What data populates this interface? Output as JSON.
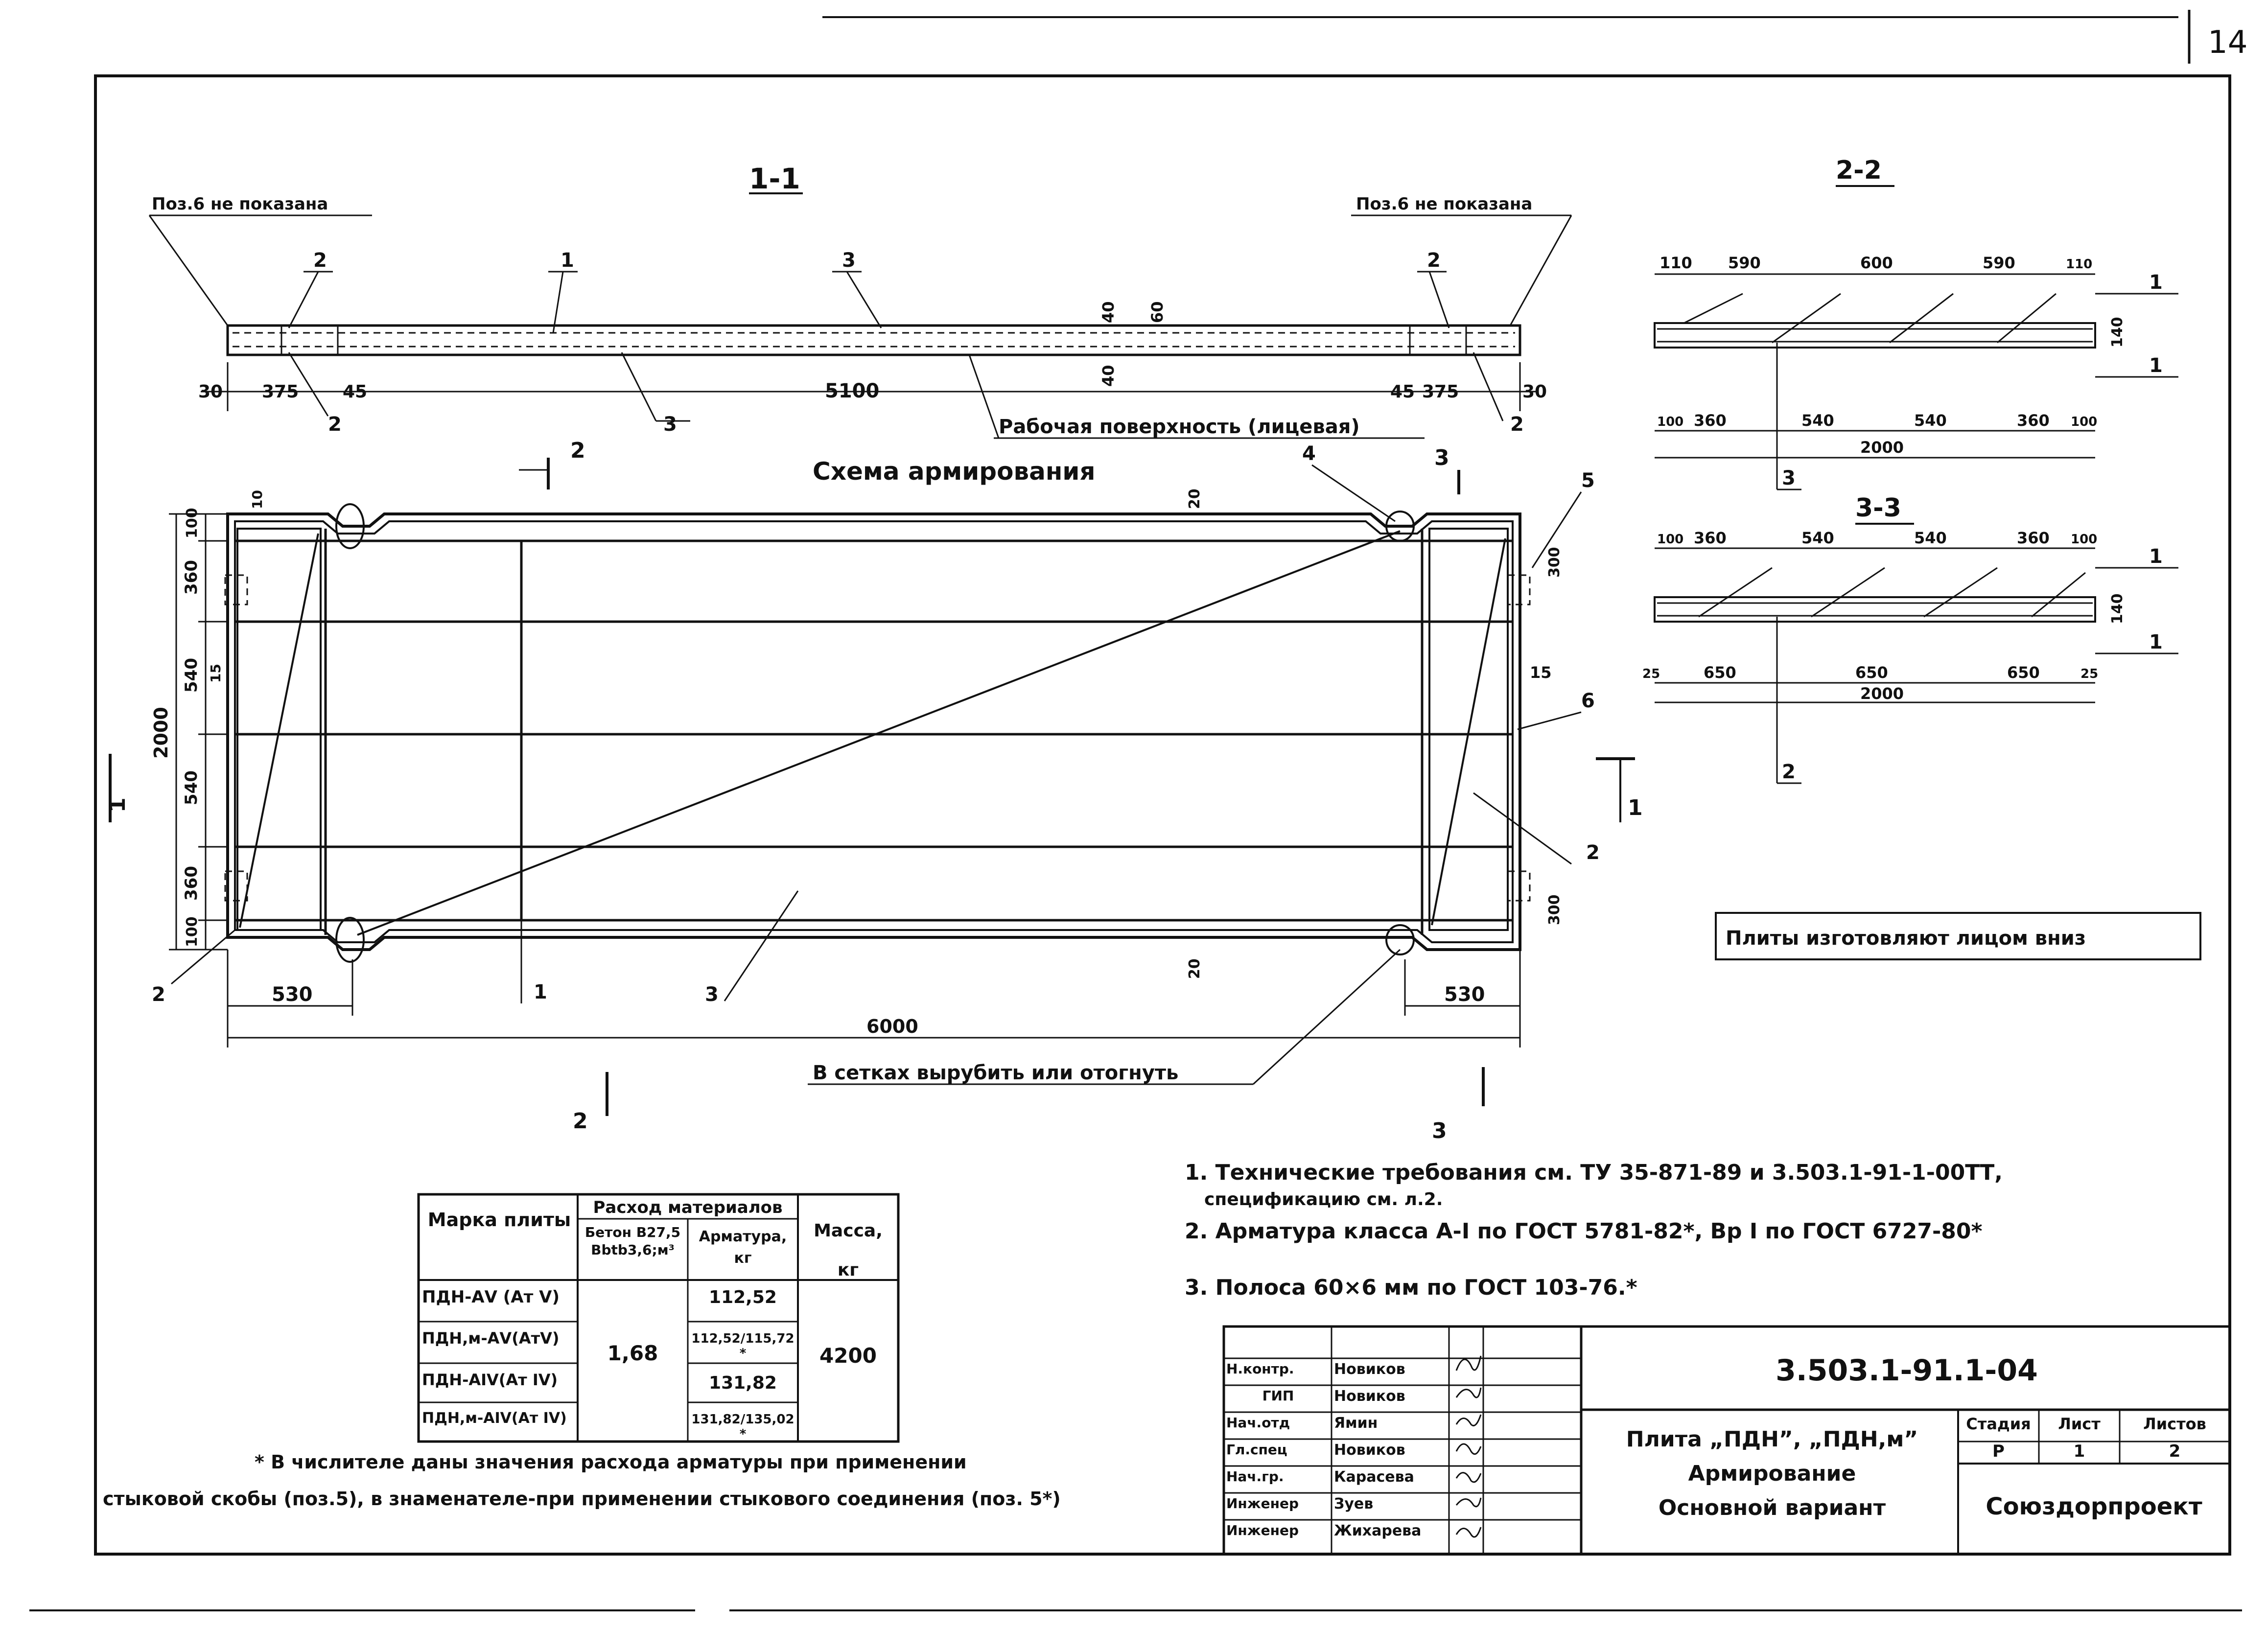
{
  "page_number": "14",
  "sections": {
    "s11": "1-1",
    "s22": "2-2",
    "s33": "3-3",
    "scheme_title": "Схема армирования"
  },
  "s11": {
    "note_left": "Поз.6 не показана",
    "note_right": "Поз.6 не показана",
    "pos_top": [
      "2",
      "1",
      "3",
      "2"
    ],
    "pos_bottom": [
      "2",
      "3",
      "2"
    ],
    "dims_bottom": [
      "30",
      "375",
      "45",
      "5100",
      "45",
      "375",
      "30"
    ],
    "dims_vert": [
      "40",
      "60",
      "40"
    ],
    "surface_label": "Рабочая поверхность (лицевая)"
  },
  "s22": {
    "dims_top": [
      "110",
      "590",
      "600",
      "590",
      "110"
    ],
    "dims_bottom": [
      "100",
      "360",
      "540",
      "540",
      "360",
      "100"
    ],
    "total": "2000",
    "height": "140",
    "pos": [
      "1",
      "1",
      "3"
    ]
  },
  "s33": {
    "dims_top": [
      "100",
      "360",
      "540",
      "540",
      "360",
      "100"
    ],
    "dims_bottom": [
      "25",
      "650",
      "650",
      "650",
      "25"
    ],
    "total": "2000",
    "height": "140",
    "pos": [
      "1",
      "1",
      "2"
    ]
  },
  "plan": {
    "left_dims": [
      "100",
      "360",
      "540",
      "540",
      "360",
      "100"
    ],
    "total_width": "2000",
    "total_length": "6000",
    "dim_530_left": "530",
    "dim_530_right": "530",
    "dim_10": "10",
    "dim_15": "15",
    "dim_20": "20",
    "dim_300": "300",
    "cut_labels": [
      "2",
      "3",
      "1",
      "1",
      "2",
      "3"
    ],
    "pos_labels": [
      "4",
      "5",
      "6",
      "2",
      "2",
      "1",
      "3"
    ],
    "cut_note": "В сетках вырубить или отогнуть",
    "face_note": "Плиты изготовляют лицом вниз"
  },
  "table": {
    "headers": {
      "mark": "Марка плиты",
      "consumption": "Расход материалов",
      "concrete": "Бетон В27,5 Вbtb3,6;м³",
      "rebar": "Арматура, кг",
      "mass": "Масса, кг"
    },
    "rows": [
      {
        "mark": "ПДН-АV (Ат V)",
        "rebar": "112,52"
      },
      {
        "mark": "ПДН,м-АV(АтV)",
        "rebar": "112,52/115,72 *"
      },
      {
        "mark": "ПДН-АIV(Ат IV)",
        "rebar": "131,82"
      },
      {
        "mark": "ПДН,м-АIV(Ат IV)",
        "rebar": "131,82/135,02 *"
      }
    ],
    "concrete_value": "1,68",
    "mass_value": "4200",
    "footnote_1": "* В числителе даны значения расхода арматуры при применении",
    "footnote_2": "стыковой скобы (поз.5), в знаменателе-при применении стыкового соединения (поз. 5*)"
  },
  "notes": [
    "1. Технические требования см. ТУ 35-871-89 и 3.503.1-91-1-00ТТ,",
    "спецификацию см. л.2.",
    "2. Арматура класса А-I по ГОСТ 5781-82*, Вр I по ГОСТ 6727-80*",
    "3. Полоса 60×6 мм по ГОСТ 103-76.*"
  ],
  "stamp": {
    "roles": [
      "Н.контр.",
      "ГИП",
      "Нач.отд",
      "Гл.спец",
      "Нач.гр.",
      "Инженер",
      "Инженер"
    ],
    "names": [
      "Новиков",
      "Новиков",
      "Ямин",
      "Новиков",
      "Карасева",
      "Зуев",
      "Жихарева"
    ],
    "code": "3.503.1-91.1-04",
    "title_1": "Плита „ПДН”, „ПДН,м”",
    "title_2": "Армирование",
    "title_3": "Основной вариант",
    "stage_label": "Стадия",
    "sheet_label": "Лист",
    "sheets_label": "Листов",
    "stage": "Р",
    "sheet": "1",
    "sheets": "2",
    "org": "Союздорпроект"
  }
}
